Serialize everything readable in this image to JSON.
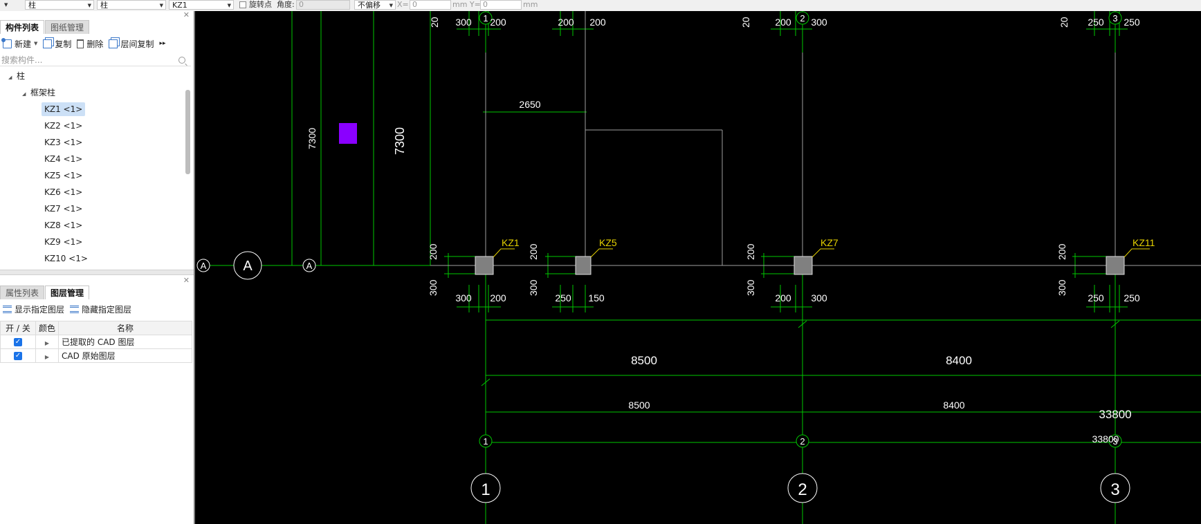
{
  "toolbar": {
    "type_select": "柱",
    "subtype_select": "柱",
    "component_select": "KZ1",
    "rotate_label": "旋转点",
    "angle_label": "角度:",
    "angle_value": "0",
    "offset_select": "不偏移",
    "x_label": "X=",
    "x_value": "0",
    "y_label": "mm Y=",
    "y_value": "0",
    "unit_label": "mm"
  },
  "component_panel": {
    "tabs": [
      "构件列表",
      "图纸管理"
    ],
    "active_tab": 0,
    "buttons": {
      "new": "新建",
      "copy": "复制",
      "delete": "删除",
      "floor_copy": "层间复制"
    },
    "search_placeholder": "搜索构件...",
    "tree": {
      "root": "柱",
      "group": "框架柱",
      "items": [
        "KZ1 <1>",
        "KZ2 <1>",
        "KZ3 <1>",
        "KZ4 <1>",
        "KZ5 <1>",
        "KZ6 <1>",
        "KZ7 <1>",
        "KZ8 <1>",
        "KZ9 <1>",
        "KZ10 <1>"
      ],
      "selected_index": 0
    }
  },
  "layer_panel": {
    "tabs": [
      "属性列表",
      "图层管理"
    ],
    "active_tab": 1,
    "buttons": {
      "show": "显示指定图层",
      "hide": "隐藏指定图层"
    },
    "columns": [
      "开 / 关",
      "颜色",
      "名称"
    ],
    "rows": [
      {
        "checked": true,
        "name": "已提取的 CAD 图层"
      },
      {
        "checked": true,
        "name": "CAD 原始图层"
      }
    ]
  },
  "canvas": {
    "colors": {
      "background": "#000000",
      "dim": "#00c800",
      "text": "#ffffff",
      "label": "#e6d200",
      "column": "#808080",
      "marker": "#8a00ff"
    },
    "grid_axes": [
      "1",
      "2",
      "3"
    ],
    "row_axis": "A",
    "top_dims": [
      {
        "left": "300",
        "axis": "1",
        "right": "200"
      },
      {
        "left": "200",
        "right": "200"
      },
      {
        "left": "200",
        "axis": "2",
        "right": "300"
      },
      {
        "left": "250",
        "axis": "3",
        "right": "250"
      }
    ],
    "bottom_dims": [
      {
        "left": "300",
        "right": "200"
      },
      {
        "left": "250",
        "right": "150"
      },
      {
        "left": "200",
        "right": "300"
      },
      {
        "left": "250",
        "right": "250"
      }
    ],
    "side_dims": {
      "upper": "200",
      "lower": "300"
    },
    "column_labels": [
      "KZ1",
      "KZ5",
      "KZ7",
      "KZ11"
    ],
    "span_2650": "2650",
    "vertical_small": "7300",
    "vertical_large": "7300",
    "span_big_1": "8500",
    "span_big_2": "8400",
    "span_small_1": "8500",
    "span_small_2": "8400",
    "total_big": "33800",
    "total_small": "33800",
    "cut_text": "20"
  }
}
